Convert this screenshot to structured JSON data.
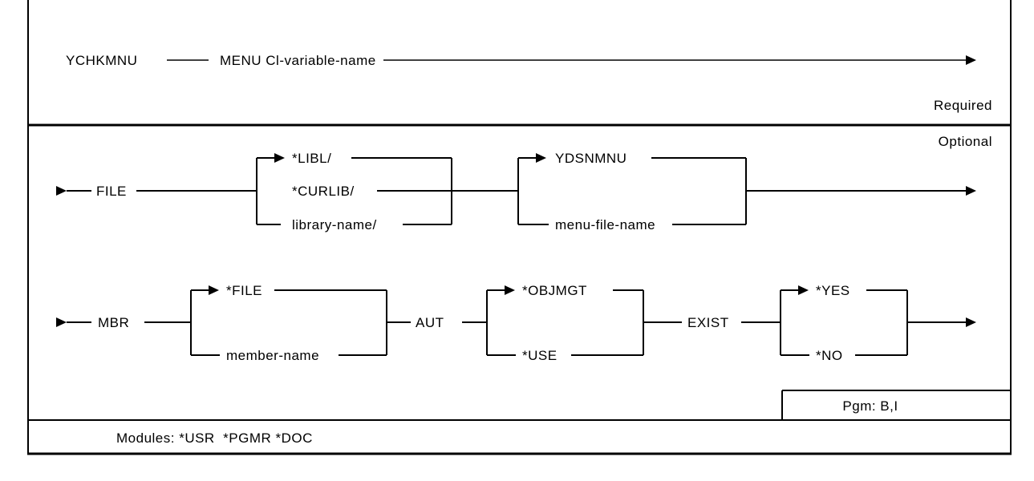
{
  "diagram": {
    "command": "YCHKMNU",
    "required_section": {
      "label": "Required",
      "menu_param": "MENU Cl-variable-name"
    },
    "optional_section": {
      "label": "Optional",
      "file": {
        "keyword": "FILE",
        "library_options": [
          "*LIBL/",
          "*CURLIB/",
          "library-name/"
        ],
        "file_options": [
          "YDSNMNU",
          "menu-file-name"
        ]
      },
      "mbr": {
        "keyword": "MBR",
        "options": [
          "*FILE",
          "member-name"
        ]
      },
      "aut": {
        "keyword": "AUT",
        "options": [
          "*OBJMGT",
          "*USE"
        ]
      },
      "exist": {
        "keyword": "EXIST",
        "options": [
          "*YES",
          "*NO"
        ]
      }
    },
    "footer": {
      "pgm_note": "Pgm: B,I",
      "modules_note": "Modules: *USR  *PGMR *DOC"
    }
  },
  "colors": {
    "line": "#000000",
    "text": "#000000",
    "background": "#ffffff"
  }
}
